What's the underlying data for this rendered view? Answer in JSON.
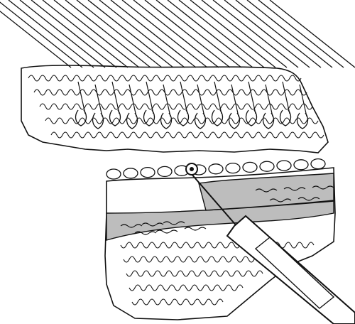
{
  "figure": {
    "subject": "knitting-machine-linking-illustration",
    "palette": {
      "ink": "#111111",
      "paper": "#ffffff",
      "contrast_band": "#bdbdbd"
    },
    "icons": [
      "machine-needles",
      "knitted-upper-fabric",
      "knitted-lower-fabric",
      "waste-yarn-band",
      "latch-tool"
    ]
  }
}
